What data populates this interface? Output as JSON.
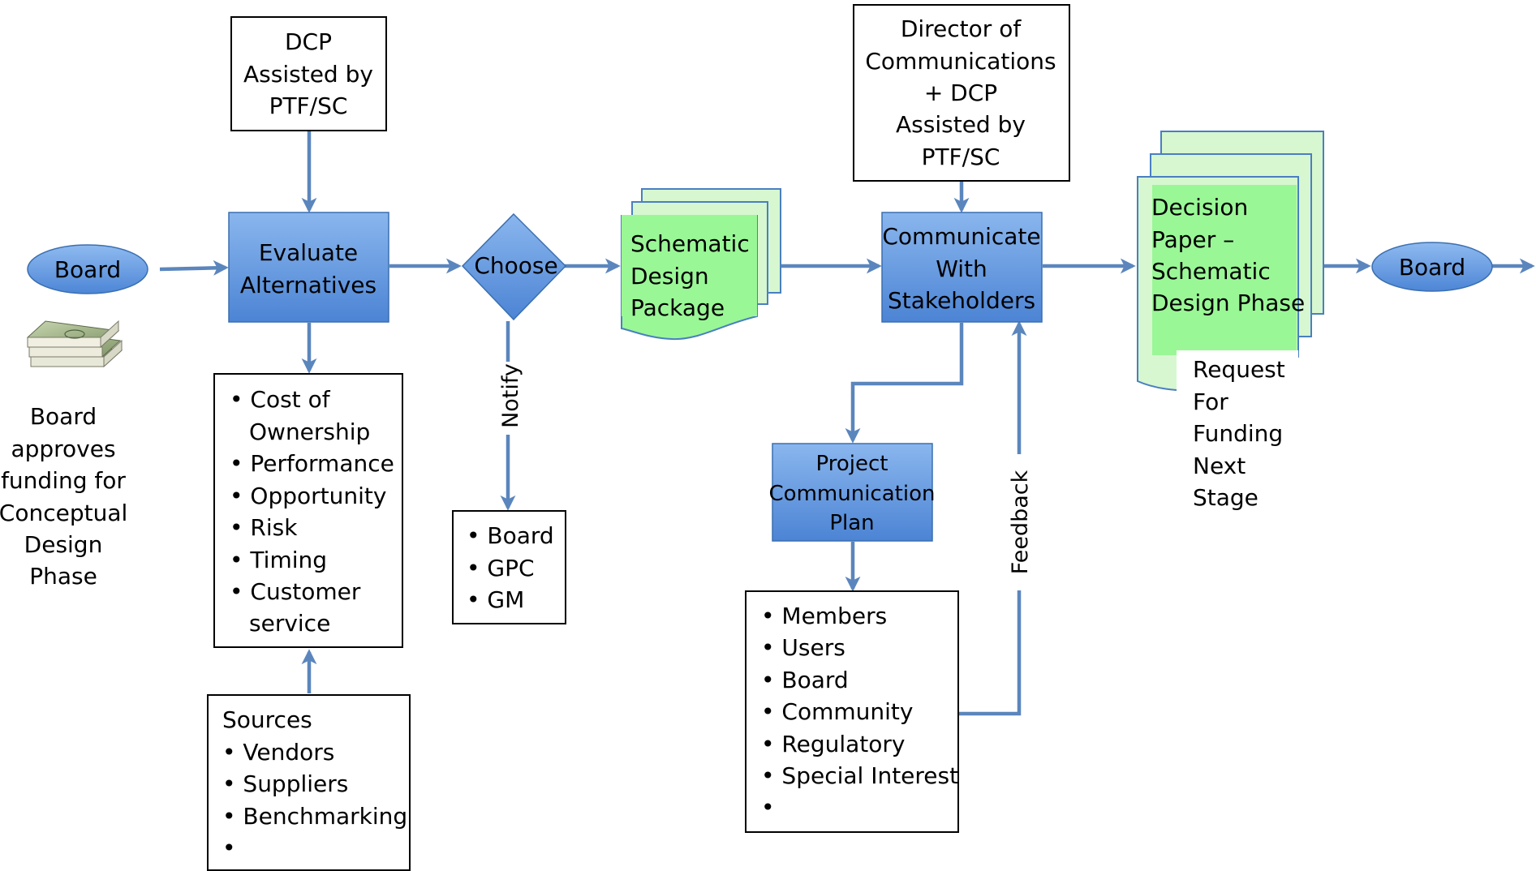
{
  "colors": {
    "process_fill_top": "#8ab6ee",
    "process_fill_bottom": "#4c84d4",
    "document_fill": "#9af796",
    "document_back": "#d6f7d0",
    "arrow": "#5b86bd"
  },
  "icons": {
    "money": "money-stack-icon"
  },
  "nodes": {
    "board_start": "Board",
    "board_end": "Board",
    "funding_note": [
      "Board",
      "approves",
      "funding for",
      "Conceptual",
      "Design",
      "Phase"
    ],
    "dcp_box": [
      "DCP",
      "Assisted by",
      "PTF/SC"
    ],
    "evaluate": [
      "Evaluate",
      "Alternatives"
    ],
    "criteria": [
      "• Cost of",
      "Ownership",
      "• Performance",
      "• Opportunity",
      "• Risk",
      "• Timing",
      "• Customer",
      "service"
    ],
    "sources": [
      "Sources",
      "• Vendors",
      "• Suppliers",
      "• Benchmarking",
      "•"
    ],
    "choose": "Choose",
    "notify_label": "Notify",
    "notify_list": [
      "• Board",
      "• GPC",
      "• GM"
    ],
    "schematic_package": [
      "Schematic",
      "Design",
      "Package"
    ],
    "director_box": [
      "Director of",
      "Communications",
      "+ DCP",
      "Assisted by",
      "PTF/SC"
    ],
    "communicate": [
      "Communicate",
      "With",
      "Stakeholders"
    ],
    "comm_plan": [
      "Project",
      "Communication",
      "Plan"
    ],
    "stakeholders_list": [
      "• Members",
      "• Users",
      "• Board",
      "• Community",
      "• Regulatory",
      "• Special Interest",
      "•"
    ],
    "feedback_label": "Feedback",
    "decision_paper": [
      "Decision",
      "Paper –",
      "Schematic",
      "Design Phase"
    ],
    "request_funding": [
      "Request",
      "For",
      "Funding",
      "Next",
      "Stage"
    ]
  }
}
